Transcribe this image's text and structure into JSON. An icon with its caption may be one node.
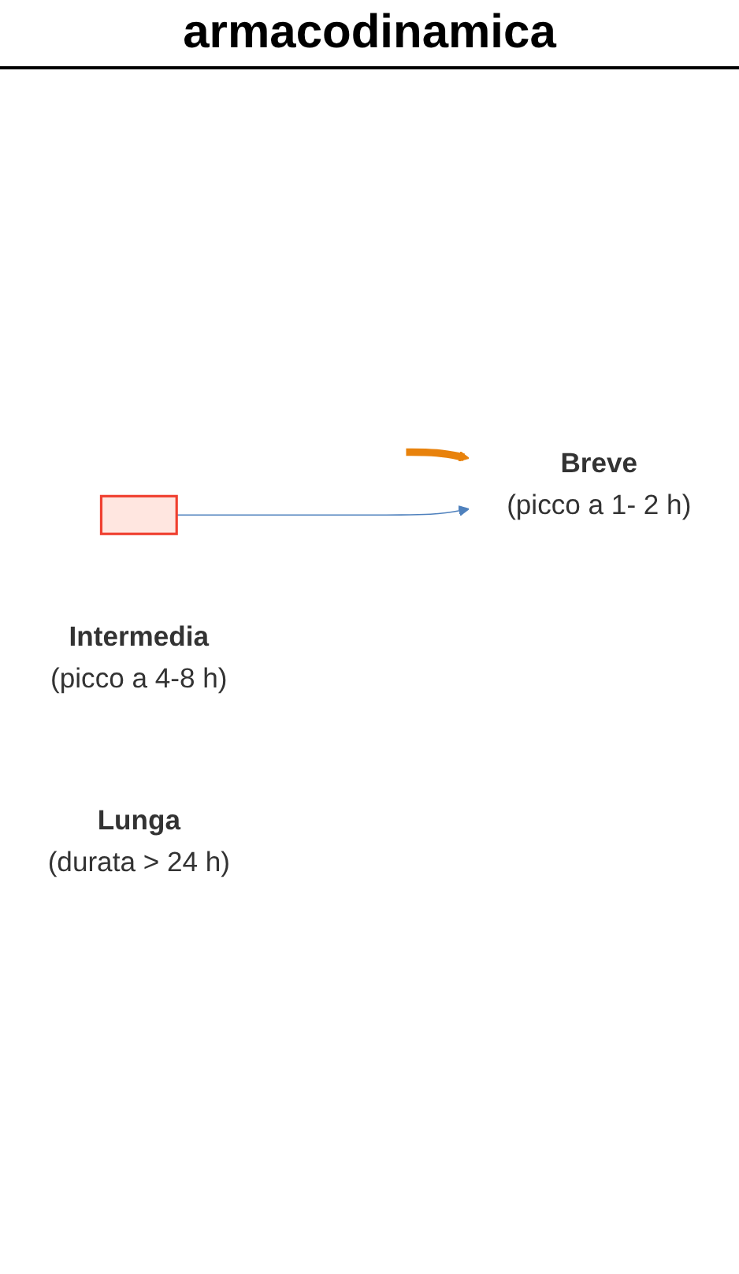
{
  "diagram": {
    "title": "armacodinamica",
    "nodes": [
      {
        "text": [],
        "shape": "box"
      },
      {
        "text": [
          "Breve",
          "(picco a 1- 2 h)"
        ]
      },
      {
        "text": [
          "Intermedia",
          "(picco a 4-8 h)"
        ]
      },
      {
        "text": [
          "Lunga",
          "(durata > 24 h)"
        ]
      }
    ],
    "edges": [
      {
        "from": null,
        "to": 1,
        "arrow": "to",
        "style": "thick",
        "color": "#e8820c"
      },
      {
        "from": 0,
        "to": 1,
        "arrow": "to",
        "color": "#4f81bd"
      }
    ]
  }
}
